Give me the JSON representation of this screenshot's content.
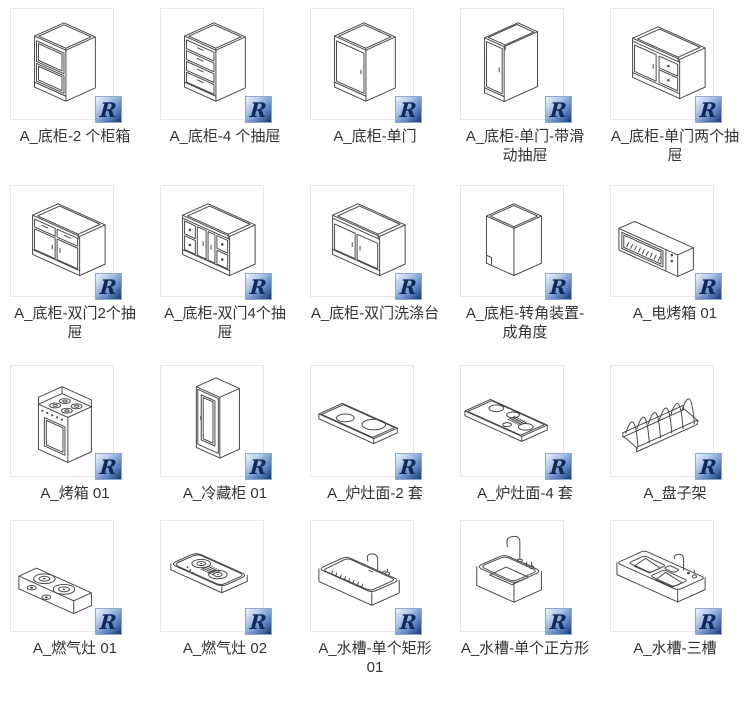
{
  "window": {
    "kind": "file-thumbnail-grid",
    "columns": 5,
    "rows": 4
  },
  "badge": {
    "name": "revit-file-badge",
    "letter": "R"
  },
  "colors": {
    "background": "#ffffff",
    "label_text": "#333333",
    "drawing_stroke": "#474747",
    "thumb_border": "#e8e8e8",
    "badge_blue_light": "#b5cbe9",
    "badge_blue_dark": "#16386f",
    "badge_letter": "#0e2a5a"
  },
  "items": [
    {
      "label": "A_底柜-2 个柜箱",
      "icon": "base-cabinet-2-boxes"
    },
    {
      "label": "A_底柜-4 个抽屉",
      "icon": "base-cabinet-4-drawers"
    },
    {
      "label": "A_底柜-单门",
      "icon": "base-cabinet-single-door"
    },
    {
      "label": "A_底柜-单门-带滑动抽屉",
      "icon": "base-cabinet-single-door-sliding-drawer"
    },
    {
      "label": "A_底柜-单门两个抽屉",
      "icon": "base-cabinet-single-door-2-drawers"
    },
    {
      "label": "A_底柜-双门2个抽屉",
      "icon": "base-cabinet-double-door-2-drawers"
    },
    {
      "label": "A_底柜-双门4个抽屉",
      "icon": "base-cabinet-double-door-4-drawers"
    },
    {
      "label": "A_底柜-双门洗涤台",
      "icon": "base-cabinet-double-door-sink"
    },
    {
      "label": "A_底柜-转角装置-成角度",
      "icon": "base-cabinet-corner-angled"
    },
    {
      "label": "A_电烤箱 01",
      "icon": "electric-oven"
    },
    {
      "label": "A_烤箱 01",
      "icon": "oven-range"
    },
    {
      "label": "A_冷藏柜 01",
      "icon": "refrigerator"
    },
    {
      "label": "A_炉灶面-2 套",
      "icon": "cooktop-2-burner"
    },
    {
      "label": "A_炉灶面-4 套",
      "icon": "cooktop-4-burner"
    },
    {
      "label": "A_盘子架",
      "icon": "dish-rack"
    },
    {
      "label": "A_燃气灶 01",
      "icon": "gas-stove-1"
    },
    {
      "label": "A_燃气灶 02",
      "icon": "gas-stove-2"
    },
    {
      "label": "A_水槽-单个矩形 01",
      "icon": "sink-single-rect"
    },
    {
      "label": "A_水槽-单个正方形",
      "icon": "sink-single-square"
    },
    {
      "label": "A_水槽-三槽",
      "icon": "sink-triple"
    }
  ]
}
